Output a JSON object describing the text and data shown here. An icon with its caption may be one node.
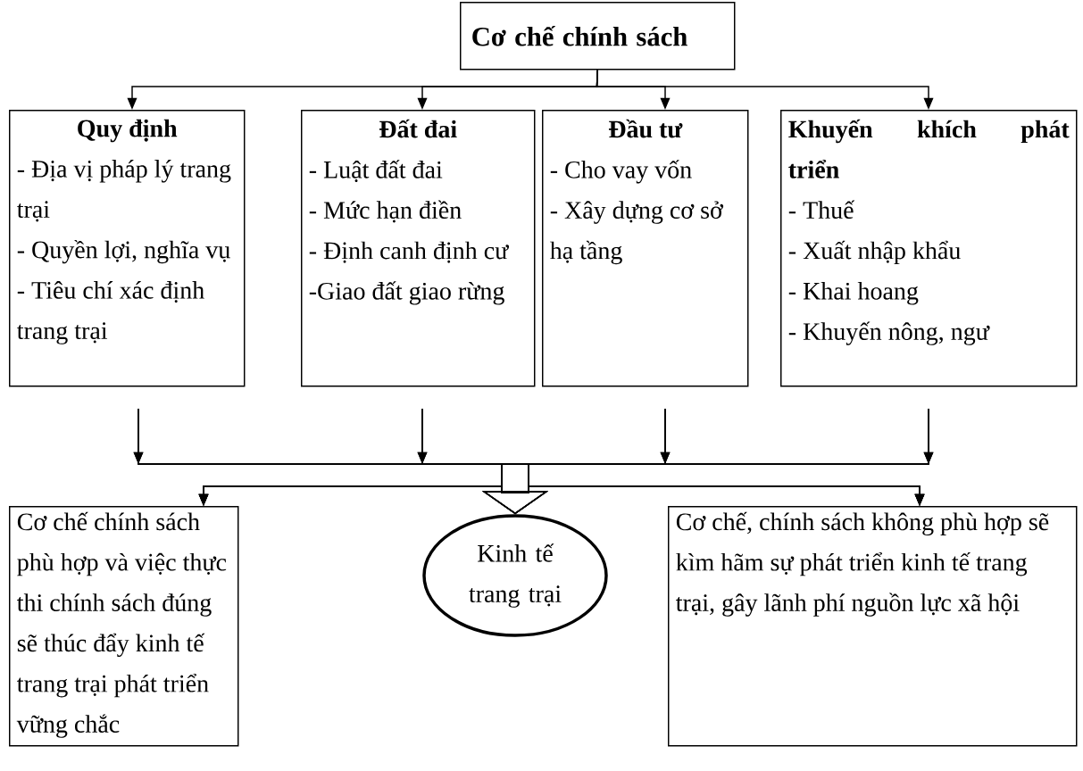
{
  "diagram": {
    "nodes": [
      {
        "text": [
          "Cơ chế chính sách"
        ]
      },
      {
        "text": [
          "Quy định",
          "- Địa vị pháp lý trang trại",
          "- Quyền lợi, nghĩa vụ",
          "- Tiêu chí xác định trang trại"
        ]
      },
      {
        "text": [
          "Đất đai",
          "- Luật đất đai",
          "- Mức hạn điền",
          "- Định canh định cư",
          "-Giao đất giao rừng"
        ]
      },
      {
        "text": [
          "Đầu tư",
          "- Cho vay vốn",
          "- Xây dựng cơ sở hạ tầng"
        ]
      },
      {
        "text": [
          "Khuyến khích phát triển",
          "- Thuế",
          "- Xuất nhập khẩu",
          "- Khai hoang",
          "- Khuyến nông, ngư"
        ]
      },
      {
        "text": [
          "Cơ chế chính sách phù hợp và việc thực thi chính sách đúng sẽ thúc đẩy kinh tế trang trại  phát triển vững chắc"
        ]
      },
      {
        "text": [
          "Kinh tế trang trại"
        ]
      },
      {
        "text": [
          "Cơ chế, chính sách không phù hợp sẽ kìm hãm sự phát triển kinh tế trang trại, gây lãnh phí nguồn lực xã hội"
        ]
      }
    ],
    "edges": [
      {
        "from": 0,
        "to": 1,
        "arrow": "to"
      },
      {
        "from": 0,
        "to": 2,
        "arrow": "to"
      },
      {
        "from": 0,
        "to": 3,
        "arrow": "to"
      },
      {
        "from": 0,
        "to": 4,
        "arrow": "to"
      },
      {
        "from": 1,
        "to": 5,
        "arrow": "to"
      },
      {
        "from": 1,
        "to": 6,
        "arrow": "to"
      },
      {
        "from": 1,
        "to": 7,
        "arrow": "to"
      },
      {
        "from": 2,
        "to": 5,
        "arrow": "to"
      },
      {
        "from": 2,
        "to": 6,
        "arrow": "to"
      },
      {
        "from": 2,
        "to": 7,
        "arrow": "to"
      },
      {
        "from": 3,
        "to": 5,
        "arrow": "to"
      },
      {
        "from": 3,
        "to": 6,
        "arrow": "to"
      },
      {
        "from": 3,
        "to": 7,
        "arrow": "to"
      },
      {
        "from": 4,
        "to": 5,
        "arrow": "to"
      },
      {
        "from": 4,
        "to": 6,
        "arrow": "to"
      },
      {
        "from": 4,
        "to": 7,
        "arrow": "to"
      }
    ]
  }
}
